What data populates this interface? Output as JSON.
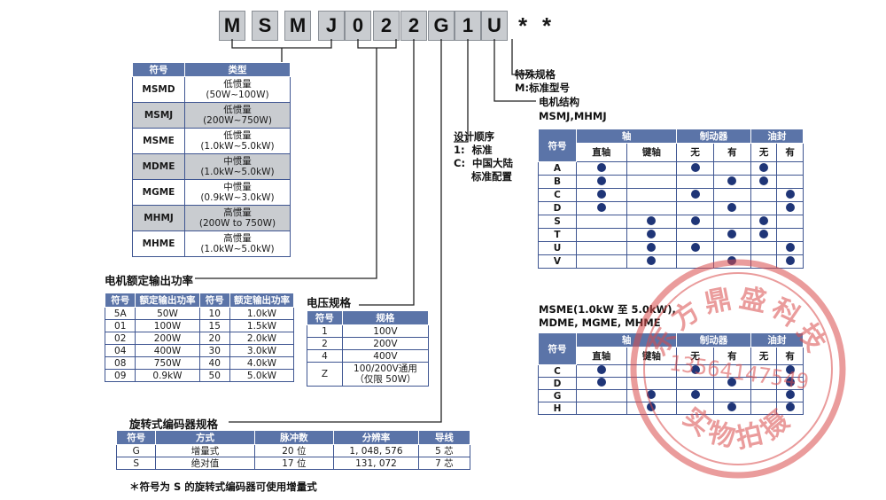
{
  "model_code": {
    "chars": [
      "M",
      "S",
      "M",
      "J",
      "0",
      "2",
      "2",
      "G",
      "1",
      "U"
    ],
    "stars": [
      "*",
      "*"
    ]
  },
  "labels": {
    "power": "电机额定输出功率",
    "voltage": "电压规格",
    "encoder": "旋转式编码器规格",
    "design": "设计顺序\n1:  标准\nC:  中国大陆\n     标准配置",
    "special": "特殊规格\nM:标准型号",
    "structure": "电机结构",
    "structure_sub1": "MSMJ,MHMJ",
    "structure_sub2": "MSME(1.0kW 至 5.0kW),\nMDME, MGME, MHME",
    "footnote": "＊符号为 S 的旋转式编码器可使用增量式"
  },
  "type_table": {
    "headers": [
      "符号",
      "类型"
    ],
    "rows": [
      {
        "code": "MSMD",
        "type": "低惯量\n(50W~100W)"
      },
      {
        "code": "MSMJ",
        "type": "低惯量\n(200W~750W)"
      },
      {
        "code": "MSME",
        "type": "低惯量\n(1.0kW~5.0kW)"
      },
      {
        "code": "MDME",
        "type": "中惯量\n(1.0kW~5.0kW)"
      },
      {
        "code": "MGME",
        "type": "中惯量\n(0.9kW~3.0kW)"
      },
      {
        "code": "MHMJ",
        "type": "高惯量\n(200W to 750W)"
      },
      {
        "code": "MHME",
        "type": "高惯量\n(1.0kW~5.0kW)"
      }
    ]
  },
  "power_table": {
    "headers": [
      "符号",
      "额定输出功率",
      "符号",
      "额定输出功率"
    ],
    "rows": [
      [
        "5A",
        "50W",
        "10",
        "1.0kW"
      ],
      [
        "01",
        "100W",
        "15",
        "1.5kW"
      ],
      [
        "02",
        "200W",
        "20",
        "2.0kW"
      ],
      [
        "04",
        "400W",
        "30",
        "3.0kW"
      ],
      [
        "08",
        "750W",
        "40",
        "4.0kW"
      ],
      [
        "09",
        "0.9kW",
        "50",
        "5.0kW"
      ]
    ]
  },
  "voltage_table": {
    "headers": [
      "符号",
      "规格"
    ],
    "rows": [
      [
        "1",
        "100V"
      ],
      [
        "2",
        "200V"
      ],
      [
        "4",
        "400V"
      ],
      [
        "Z",
        "100/200V通用\n（仅限 50W）"
      ]
    ]
  },
  "encoder_table": {
    "headers": [
      "符号",
      "方式",
      "脉冲数",
      "分辨率",
      "导线"
    ],
    "rows": [
      [
        "G",
        "增量式",
        "20 位",
        "1, 048, 576",
        "5 芯"
      ],
      [
        "S",
        "绝对值",
        "17 位",
        "131, 072",
        "7 芯"
      ]
    ]
  },
  "structure_table_1": {
    "group_headers": [
      "符号",
      "轴",
      "制动器",
      "油封"
    ],
    "sub_headers": [
      "直轴",
      "键轴",
      "无",
      "有",
      "无",
      "有"
    ],
    "rows": [
      {
        "code": "A",
        "marks": [
          1,
          0,
          1,
          0,
          1,
          0
        ]
      },
      {
        "code": "B",
        "marks": [
          1,
          0,
          0,
          1,
          1,
          0
        ]
      },
      {
        "code": "C",
        "marks": [
          1,
          0,
          1,
          0,
          0,
          1
        ]
      },
      {
        "code": "D",
        "marks": [
          1,
          0,
          0,
          1,
          0,
          1
        ]
      },
      {
        "code": "S",
        "marks": [
          0,
          1,
          1,
          0,
          1,
          0
        ]
      },
      {
        "code": "T",
        "marks": [
          0,
          1,
          0,
          1,
          1,
          0
        ]
      },
      {
        "code": "U",
        "marks": [
          0,
          1,
          1,
          0,
          0,
          1
        ]
      },
      {
        "code": "V",
        "marks": [
          0,
          1,
          0,
          1,
          0,
          1
        ]
      }
    ]
  },
  "structure_table_2": {
    "group_headers": [
      "符号",
      "轴",
      "制动器",
      "油封"
    ],
    "sub_headers": [
      "直轴",
      "键轴",
      "无",
      "有",
      "无",
      "有"
    ],
    "rows": [
      {
        "code": "C",
        "marks": [
          1,
          0,
          1,
          0,
          0,
          1
        ]
      },
      {
        "code": "D",
        "marks": [
          1,
          0,
          0,
          1,
          0,
          1
        ]
      },
      {
        "code": "G",
        "marks": [
          0,
          1,
          1,
          0,
          0,
          1
        ]
      },
      {
        "code": "H",
        "marks": [
          0,
          1,
          0,
          1,
          0,
          1
        ]
      }
    ]
  },
  "stamp": {
    "text": "东方鼎盛科技",
    "number": "13564147549",
    "bottom": "实物拍摄"
  },
  "colors": {
    "header": "#5b74a8",
    "border": "#3e5591",
    "gray_cell": "#c9ccd0",
    "dot": "#1f3577",
    "stamp_red": "#d94c4c"
  }
}
